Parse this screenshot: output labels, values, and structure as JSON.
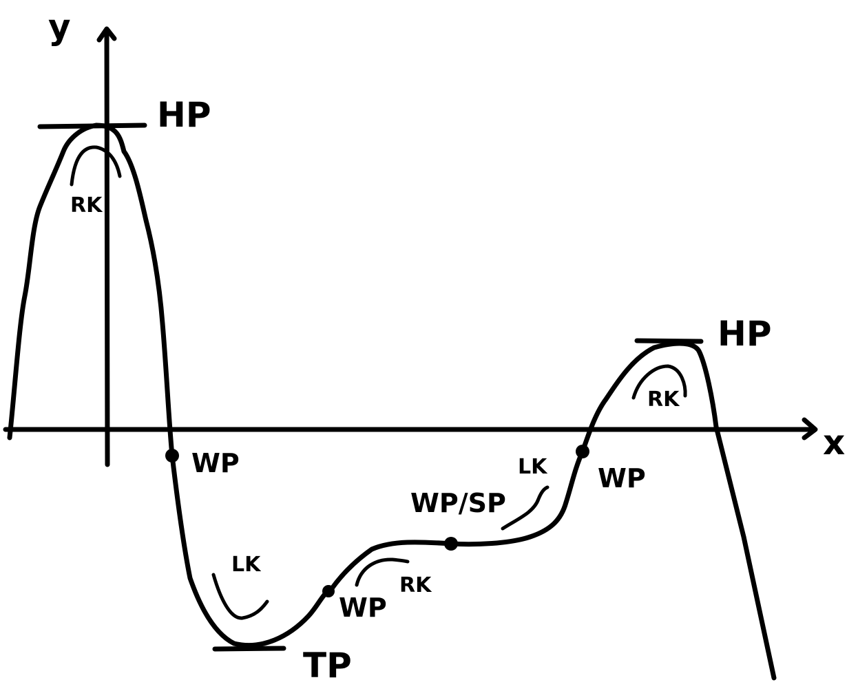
{
  "axes": {
    "x_label": "x",
    "y_label": "y"
  },
  "points": {
    "hp_left": "HP",
    "hp_right": "HP",
    "tp": "TP",
    "wp_1": "WP",
    "wp_2": "WP",
    "wp_sp": "WP/SP",
    "wp_3": "WP"
  },
  "curvature": {
    "rk_1": "RK",
    "lk_1": "LK",
    "rk_2": "RK",
    "lk_2": "LK",
    "rk_3": "RK"
  },
  "colors": {
    "ink": "#000000",
    "background": "#ffffff"
  }
}
